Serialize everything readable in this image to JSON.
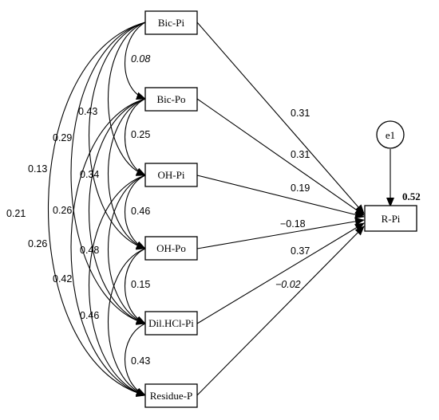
{
  "nodes": {
    "bic_pi": "Bic-Pi",
    "bic_po": "Bic-Po",
    "oh_pi": "OH-Pi",
    "oh_po": "OH-Po",
    "dil_hcl_pi": "Dil.HCl-Pi",
    "residue_p": "Residue-P",
    "r_pi": "R-Pi",
    "e1": "e1"
  },
  "r_squared": "0.52",
  "paths": [
    {
      "from": "Bic-Pi",
      "to": "R-Pi",
      "coef": "0.31",
      "italic": false
    },
    {
      "from": "Bic-Po",
      "to": "R-Pi",
      "coef": "0.31",
      "italic": false
    },
    {
      "from": "OH-Pi",
      "to": "R-Pi",
      "coef": "0.19",
      "italic": false
    },
    {
      "from": "OH-Po",
      "to": "R-Pi",
      "coef": "−0.18",
      "italic": false
    },
    {
      "from": "Dil.HCl-Pi",
      "to": "R-Pi",
      "coef": "0.37",
      "italic": false
    },
    {
      "from": "Residue-P",
      "to": "R-Pi",
      "coef": "−0.02",
      "italic": true
    }
  ],
  "correlations": [
    {
      "a": "Bic-Pi",
      "b": "Bic-Po",
      "value": "0.08",
      "italic": true
    },
    {
      "a": "Bic-Po",
      "b": "OH-Pi",
      "value": "0.25",
      "italic": false
    },
    {
      "a": "OH-Pi",
      "b": "OH-Po",
      "value": "0.46",
      "italic": false
    },
    {
      "a": "OH-Po",
      "b": "Dil.HCl-Pi",
      "value": "0.15",
      "italic": false
    },
    {
      "a": "Dil.HCl-Pi",
      "b": "Residue-P",
      "value": "0.43",
      "italic": false
    },
    {
      "a": "Bic-Pi",
      "b": "OH-Pi",
      "value": "0.43",
      "italic": false
    },
    {
      "a": "Bic-Po",
      "b": "OH-Po",
      "value": "0.34",
      "italic": false
    },
    {
      "a": "OH-Pi",
      "b": "Dil.HCl-Pi",
      "value": "0.48",
      "italic": false
    },
    {
      "a": "OH-Po",
      "b": "Residue-P",
      "value": "0.46",
      "italic": false
    },
    {
      "a": "Bic-Pi",
      "b": "OH-Po",
      "value": "0.29",
      "italic": false
    },
    {
      "a": "Bic-Po",
      "b": "Dil.HCl-Pi",
      "value": "0.26",
      "italic": false
    },
    {
      "a": "OH-Pi",
      "b": "Residue-P",
      "value": "0.42",
      "italic": false
    },
    {
      "a": "Bic-Pi",
      "b": "Dil.HCl-Pi",
      "value": "0.13",
      "italic": false
    },
    {
      "a": "Bic-Po",
      "b": "Residue-P",
      "value": "0.26",
      "italic": false
    },
    {
      "a": "Bic-Pi",
      "b": "Residue-P",
      "value": "0.21",
      "italic": false
    }
  ]
}
